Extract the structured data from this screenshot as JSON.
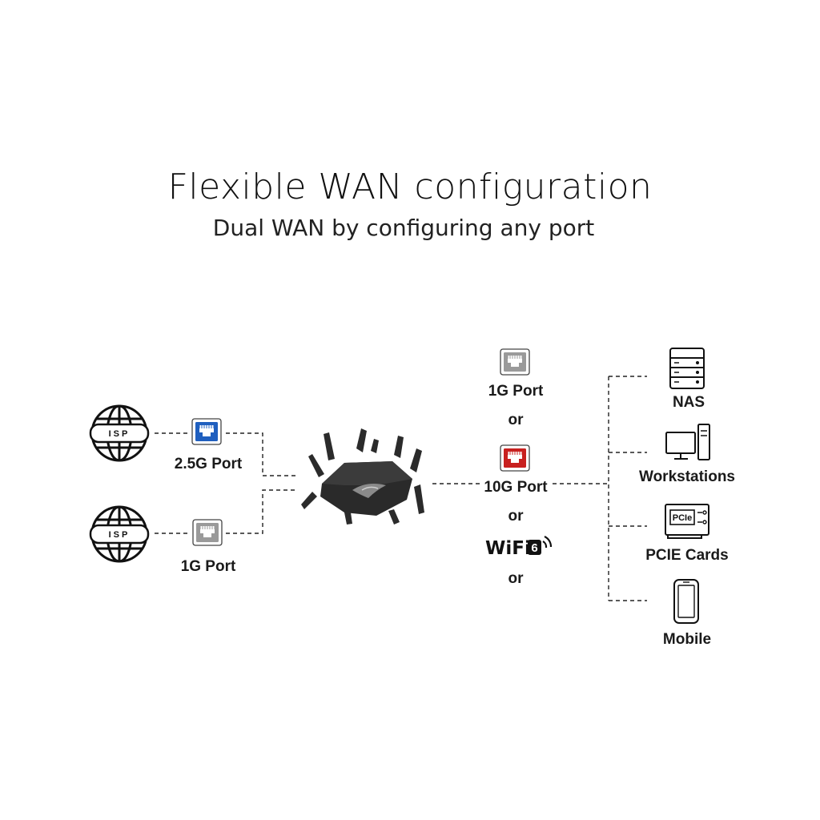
{
  "header": {
    "title": "Flexible WAN configuration",
    "subtitle": "Dual WAN by configuring any port"
  },
  "wan": [
    {
      "isp_label": "ISP",
      "port_label": "2.5G Port",
      "port_color": "#1f5fbf"
    },
    {
      "isp_label": "ISP",
      "port_label": "1G Port",
      "port_color": "#9a9a9a"
    }
  ],
  "options": {
    "port_1g": {
      "label": "1G Port",
      "color": "#9a9a9a"
    },
    "or_1": "or",
    "port_10g": {
      "label": "10G Port",
      "color": "#c8201f"
    },
    "or_2": "or",
    "wifi": {
      "text": "WiFi",
      "badge": "6"
    },
    "or_3": "or"
  },
  "devices": [
    {
      "label": "NAS",
      "icon": "nas-icon"
    },
    {
      "label": "Workstations",
      "icon": "workstation-icon"
    },
    {
      "label": "PCIE Cards",
      "icon": "pcie-card-icon",
      "icon_text": "PCIe"
    },
    {
      "label": "Mobile",
      "icon": "mobile-icon"
    }
  ],
  "colors": {
    "line": "#222222",
    "router": "#2a2a2a"
  }
}
